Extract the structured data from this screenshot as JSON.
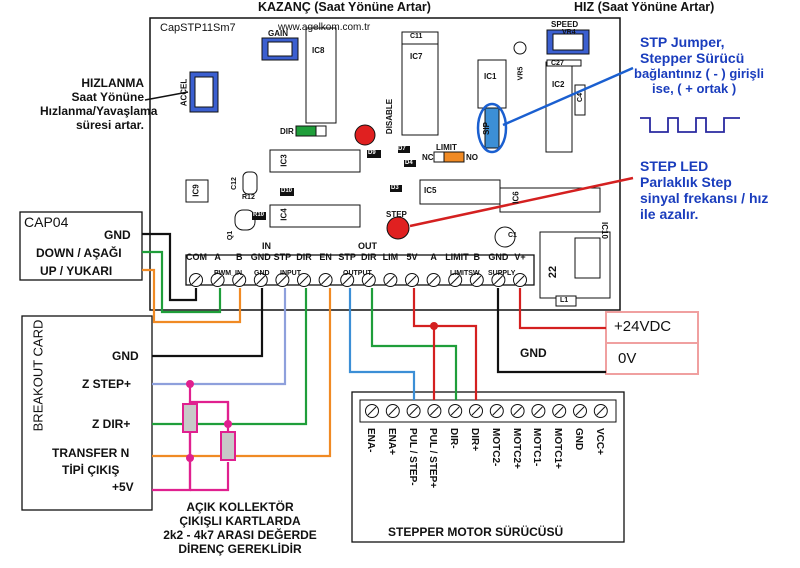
{
  "header": {
    "kazanc": "KAZANÇ (Saat Yönüne Artar)",
    "hiz": "HIZ (Saat Yönüne Artar)"
  },
  "board": {
    "model": "CapSTP11Sm7",
    "website": "www.agelkom.com.tr",
    "gain": "GAIN",
    "speed": "SPEED",
    "vr4": "VR4",
    "vr5": "VR5",
    "accel": "ACCEL",
    "dir": "DIR",
    "disable": "DISABLE",
    "limit": "LIMIT",
    "nc": "NC",
    "no": "NO",
    "sip": "SIP",
    "step": "STEP",
    "chips": {
      "ic1": "IC1",
      "ic2": "IC2",
      "ic3": "IC3",
      "ic4": "IC4",
      "ic5": "IC5",
      "ic6": "IC6",
      "ic7": "IC7",
      "ic8": "IC8",
      "ic9": "IC9",
      "ic10": "IC10",
      "c11": "C11",
      "c12": "C12",
      "c27": "C27",
      "c4": "C4",
      "c1": "C1",
      "d7": "D7",
      "d4": "D4",
      "d3": "D3",
      "d9": "D9",
      "d10": "D10",
      "r12": "R12",
      "r10": "R10",
      "q1": "Q1",
      "l1": "L1",
      "v22": "22"
    },
    "in_label": "IN",
    "out_label": "OUT",
    "terminals_top": [
      "COM",
      "A",
      "B",
      "GND",
      "STP",
      "DIR",
      "EN",
      "STP",
      "DIR",
      "LIM",
      "5V",
      "A",
      "LIMIT",
      "B",
      "GND",
      "V+"
    ],
    "groups": {
      "pwm_in": "PWM_IN",
      "gnd": "GND",
      "input": "INPUT",
      "output": "OUTPUT",
      "limitsw": "LIMITSW",
      "supply": "SUPPLY"
    }
  },
  "annotations": {
    "hizlanma": [
      "HIZLANMA",
      "Saat Yönüne",
      "Hızlanma/Yavaşlama",
      "süresi artar."
    ],
    "stp_jumper": [
      "STP Jumper,",
      "Stepper Sürücü",
      "bağlantınız ( - ) girişli",
      "ise, ( + ortak )"
    ],
    "step_led": [
      "STEP LED",
      "Parlaklık Step",
      "sinyal frekansı / hız",
      "ile azalır."
    ],
    "acik_kollektor": [
      "AÇIK KOLLEKTÖR",
      "ÇIKIŞLI KARTLARDA",
      "2k2 - 4k7 ARASI DEĞERDE",
      "DİRENÇ GEREKLİDİR"
    ]
  },
  "cap04": {
    "title": "CAP04",
    "lines": [
      "GND",
      "DOWN / AŞAĞI",
      "UP / YUKARI"
    ]
  },
  "breakout": {
    "title": "BREAKOUT CARD",
    "gnd": "GND",
    "zstep": "Z STEP+",
    "zdir": "Z DIR+",
    "transfer": [
      "TRANSFER N",
      "TİPİ ÇIKIŞ",
      "+5V"
    ]
  },
  "power": {
    "v24": "+24VDC",
    "v0": "0V",
    "gnd": "GND"
  },
  "driver": {
    "title": "STEPPER MOTOR SÜRÜCÜSÜ",
    "labels": [
      "ENA-",
      "ENA+",
      "PUL / STEP-",
      "PUL / STEP+",
      "DIR-",
      "DIR+",
      "MOTC2-",
      "MOTC2+",
      "MOTC1-",
      "MOTC1+",
      "GND",
      "VCC+"
    ]
  },
  "colors": {
    "black": "#111111",
    "green": "#1f9e3a",
    "orange": "#f08a24",
    "blue": "#3c8fd6",
    "periwinkle": "#8ea0dc",
    "red": "#d42020",
    "magenta": "#e0208f",
    "pink_box": "#f0a0a0",
    "board_bg": "#ffffff"
  }
}
